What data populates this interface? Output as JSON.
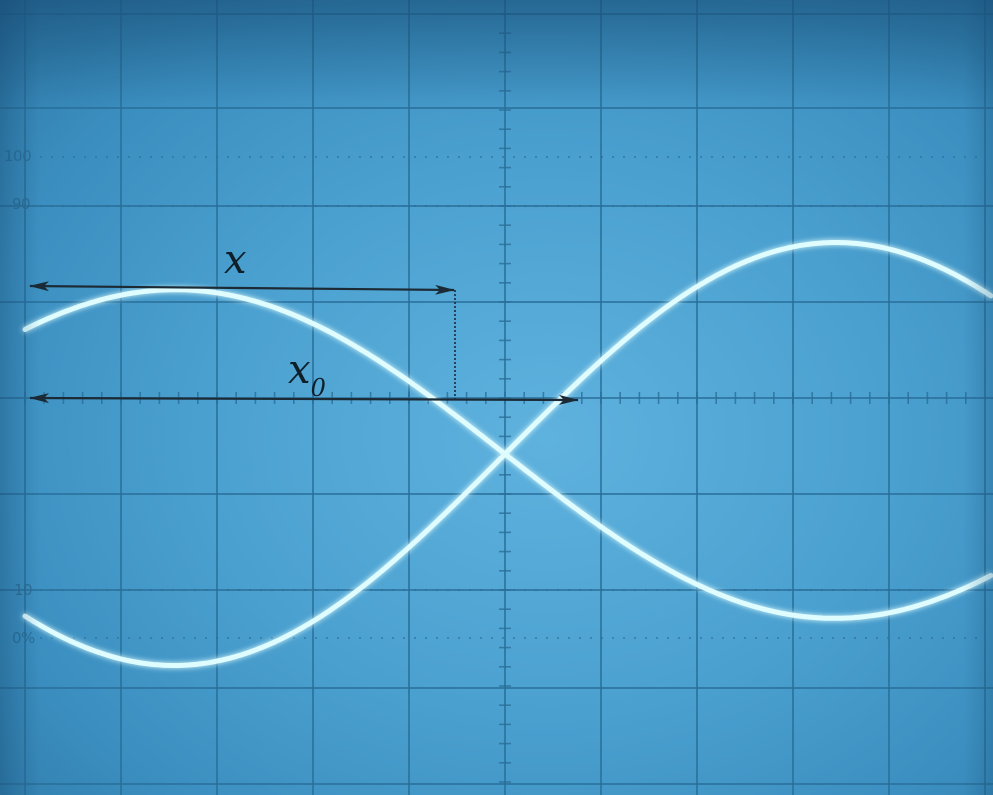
{
  "scale_labels": {
    "top_100": "100",
    "top_90": "90",
    "bottom_10": "10",
    "bottom_0pct": "0%"
  },
  "annotations": {
    "x_label": "x",
    "x0_base": "x",
    "x0_sub": "0"
  },
  "colors": {
    "trace": "#dffcff",
    "grid": "#2a6e98",
    "arrow": "#1b2a35"
  }
}
